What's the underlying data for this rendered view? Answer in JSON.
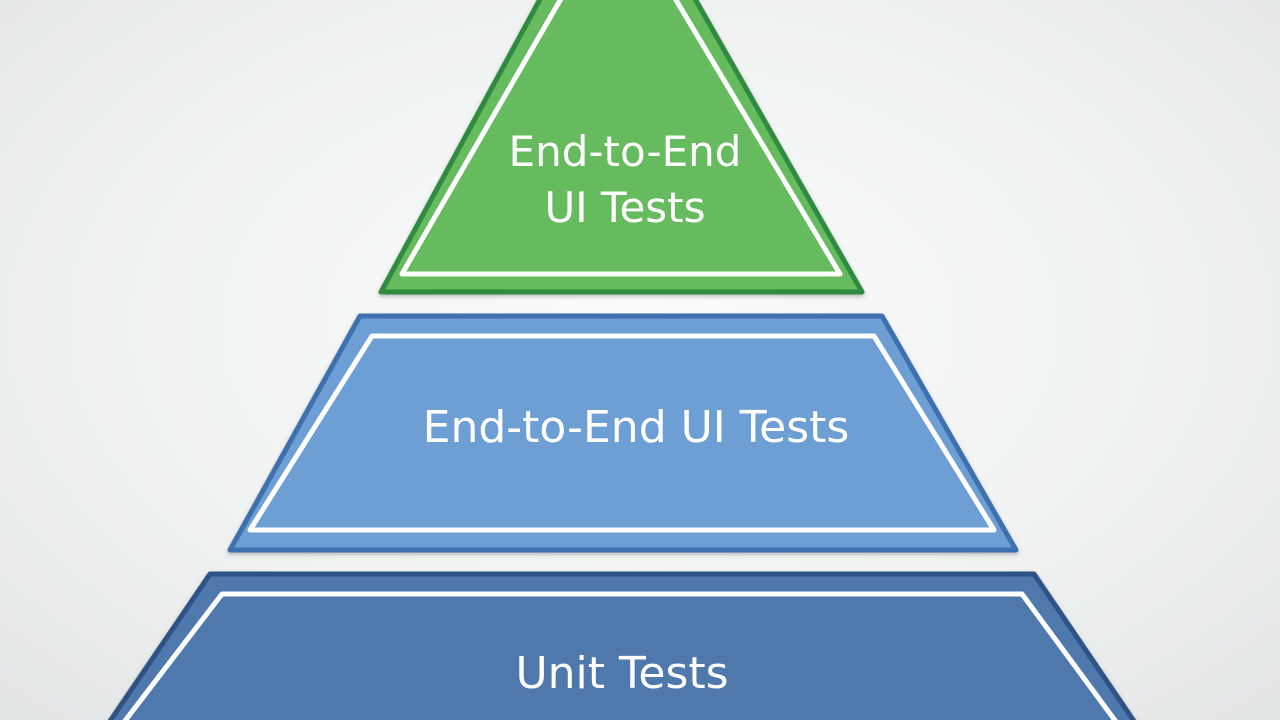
{
  "pyramid": {
    "tiers": [
      {
        "id": "top",
        "lines": [
          "End-to-End",
          "UI Tests"
        ],
        "fill": "#66bb5f",
        "border": "#2e8b3f"
      },
      {
        "id": "middle",
        "lines": [
          "End-to-End UI Tests"
        ],
        "fill": "#6d9fd4",
        "border": "#3d6fae"
      },
      {
        "id": "bottom",
        "lines": [
          "Unit Tests"
        ],
        "fill": "#4f78ad",
        "border": "#2d5387"
      }
    ]
  }
}
